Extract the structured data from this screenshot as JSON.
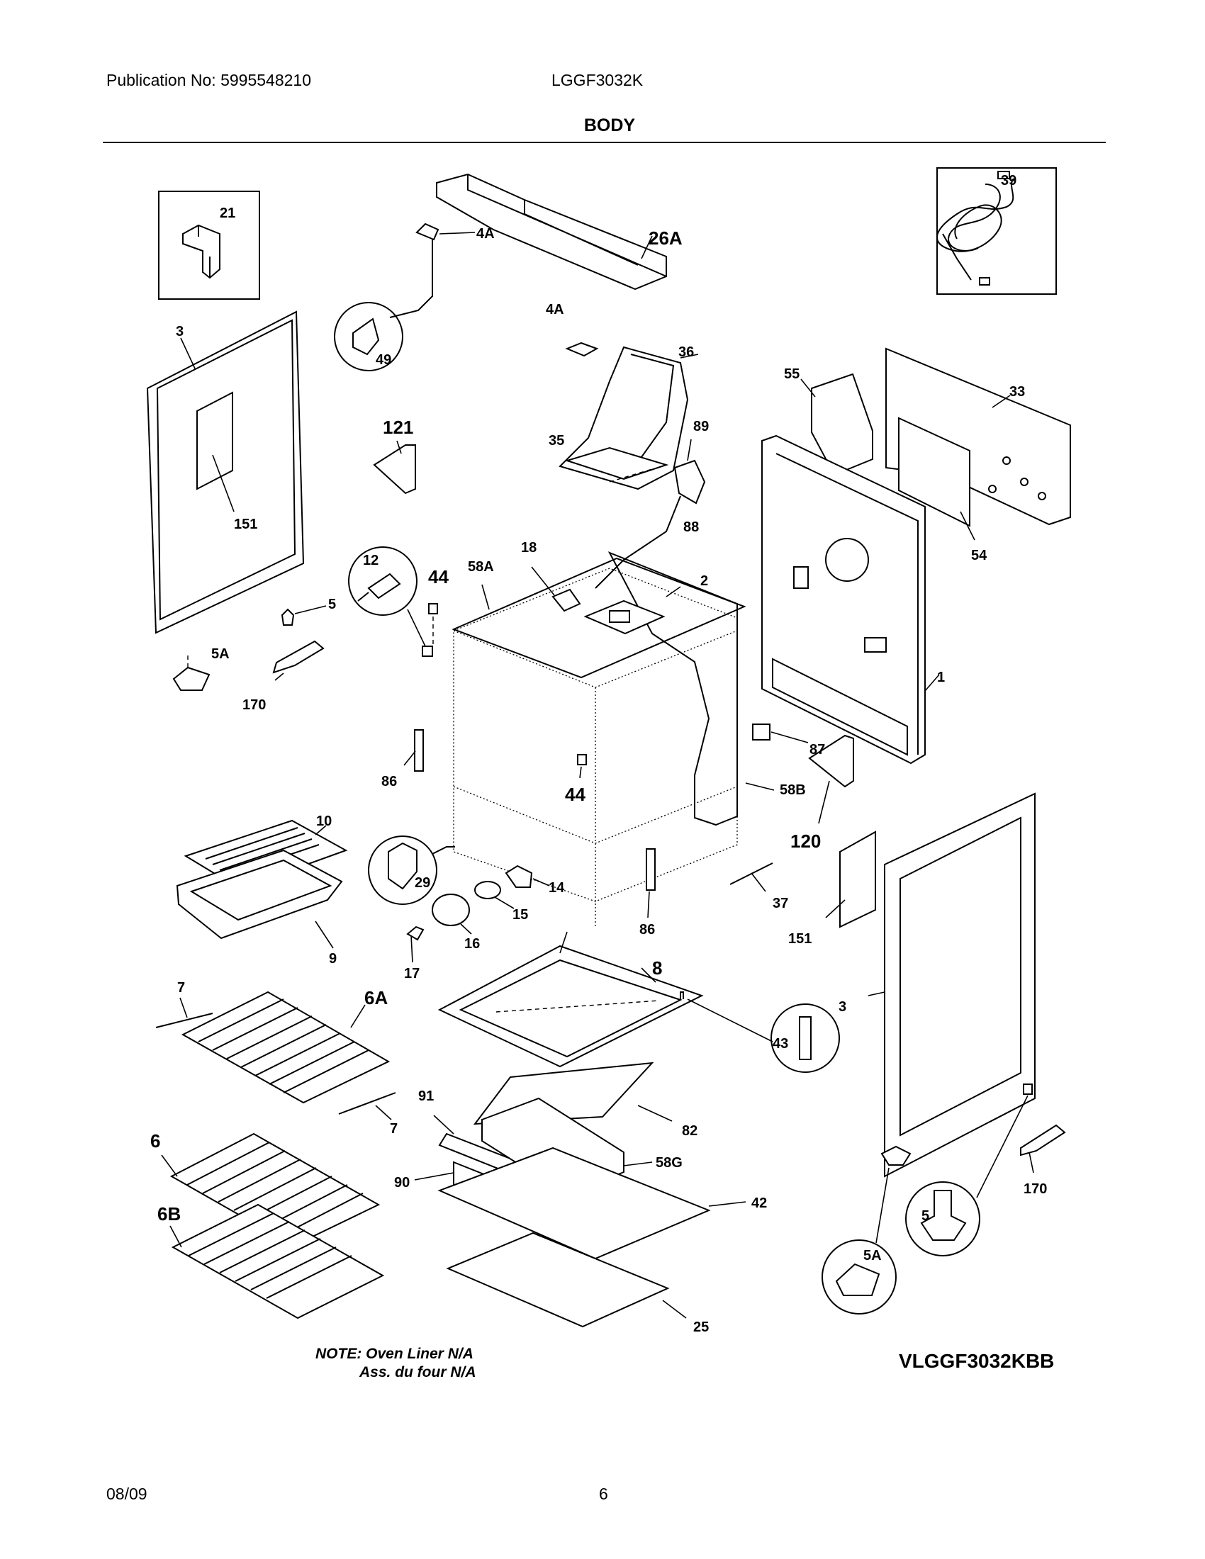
{
  "header": {
    "publication": "Publication No: 5995548210",
    "model": "LGGF3032K",
    "section_title": "BODY"
  },
  "note": {
    "line1": "NOTE: Oven Liner N/A",
    "line2": "Ass. du four N/A"
  },
  "diagram_code": "VLGGF3032KBB",
  "footer": {
    "date": "08/09",
    "page": "6"
  },
  "callouts": {
    "c21": "21",
    "c39": "39",
    "c26A": "26A",
    "c4A_top": "4A",
    "c4A_mid": "4A",
    "c3_left": "3",
    "c49": "49",
    "c36": "36",
    "c55": "55",
    "c33": "33",
    "c121": "121",
    "c35": "35",
    "c89": "89",
    "c151_left": "151",
    "c88": "88",
    "c54": "54",
    "c12": "12",
    "c44_top": "44",
    "c58A": "58A",
    "c18": "18",
    "c2": "2",
    "c5_left": "5",
    "c5A_left": "5A",
    "c170_left": "170",
    "c1": "1",
    "c87": "87",
    "c86_left": "86",
    "c58B": "58B",
    "c44_mid": "44",
    "c120": "120",
    "c10": "10",
    "c29": "29",
    "c14": "14",
    "c15": "15",
    "c16": "16",
    "c9": "9",
    "c17": "17",
    "c86_mid": "86",
    "c37": "37",
    "c151_right": "151",
    "c8": "8",
    "c7_top": "7",
    "c6A": "6A",
    "c43": "43",
    "c3_right": "3",
    "c7_bottom": "7",
    "c91": "91",
    "c82": "82",
    "c6": "6",
    "c58G": "58G",
    "c90": "90",
    "c42": "42",
    "c170_right": "170",
    "c6B": "6B",
    "c5_right": "5",
    "c5A_right": "5A",
    "c25": "25"
  }
}
